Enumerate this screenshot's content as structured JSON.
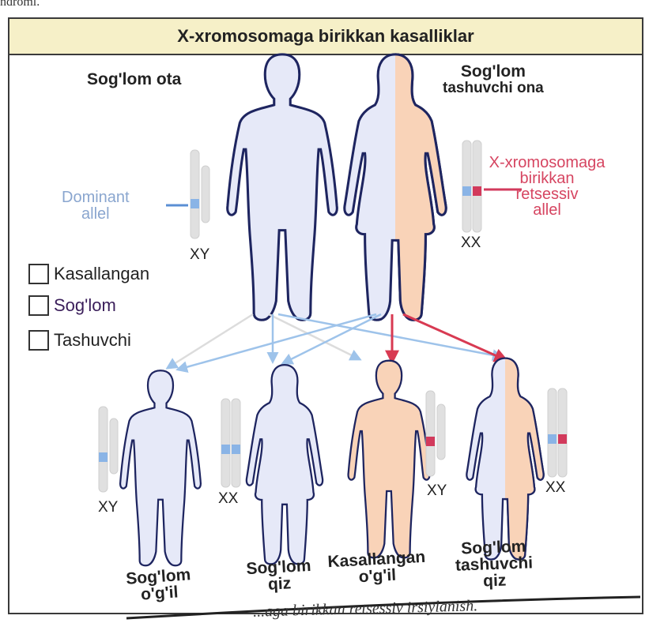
{
  "page_top_text": "ndromi.",
  "title": "X-xromosomaga birikkan kasalliklar",
  "parents": {
    "father_label": "Sog'lom ota",
    "mother_label_line1": "Sog'lom",
    "mother_label_line2": "tashuvchi ona",
    "father_chromosomes": "XY",
    "mother_chromosomes": "XX"
  },
  "annotations": {
    "dominant_line1": "Dominant",
    "dominant_line2": "allel",
    "recessive_line1": "X-xromosomaga",
    "recessive_line2": "birikkan",
    "recessive_line3": "retsessiv",
    "recessive_line4": "allel"
  },
  "legend": {
    "affected": "Kasallangan",
    "healthy": "Sog'lom",
    "carrier": "Tashuvchi"
  },
  "children": [
    {
      "label_line1": "Sog'lom",
      "label_line2": "o'g'il",
      "chromosomes": "XY"
    },
    {
      "label_line1": "Sog'lom",
      "label_line2": "qiz",
      "chromosomes": "XX"
    },
    {
      "label_line1": "Kasallangan",
      "label_line2": "o'g'il",
      "chromosomes": "XY"
    },
    {
      "label_line1": "Sog'lom",
      "label_line2": "tashuvchi",
      "label_line3": "qiz",
      "chromosomes": "XX"
    }
  ],
  "caption": "...aga birikkan retsessiv irsiylanish.",
  "colors": {
    "healthy_fill": "#e6e9f8",
    "affected_fill": "#f9d3b8",
    "outline": "#1e2560",
    "dominant_allele": "#8ab4e6",
    "recessive_allele": "#d23a5c",
    "arrow_blue": "#9ec3ea",
    "arrow_red": "#d83a52",
    "title_bg": "#f6f0c8"
  }
}
